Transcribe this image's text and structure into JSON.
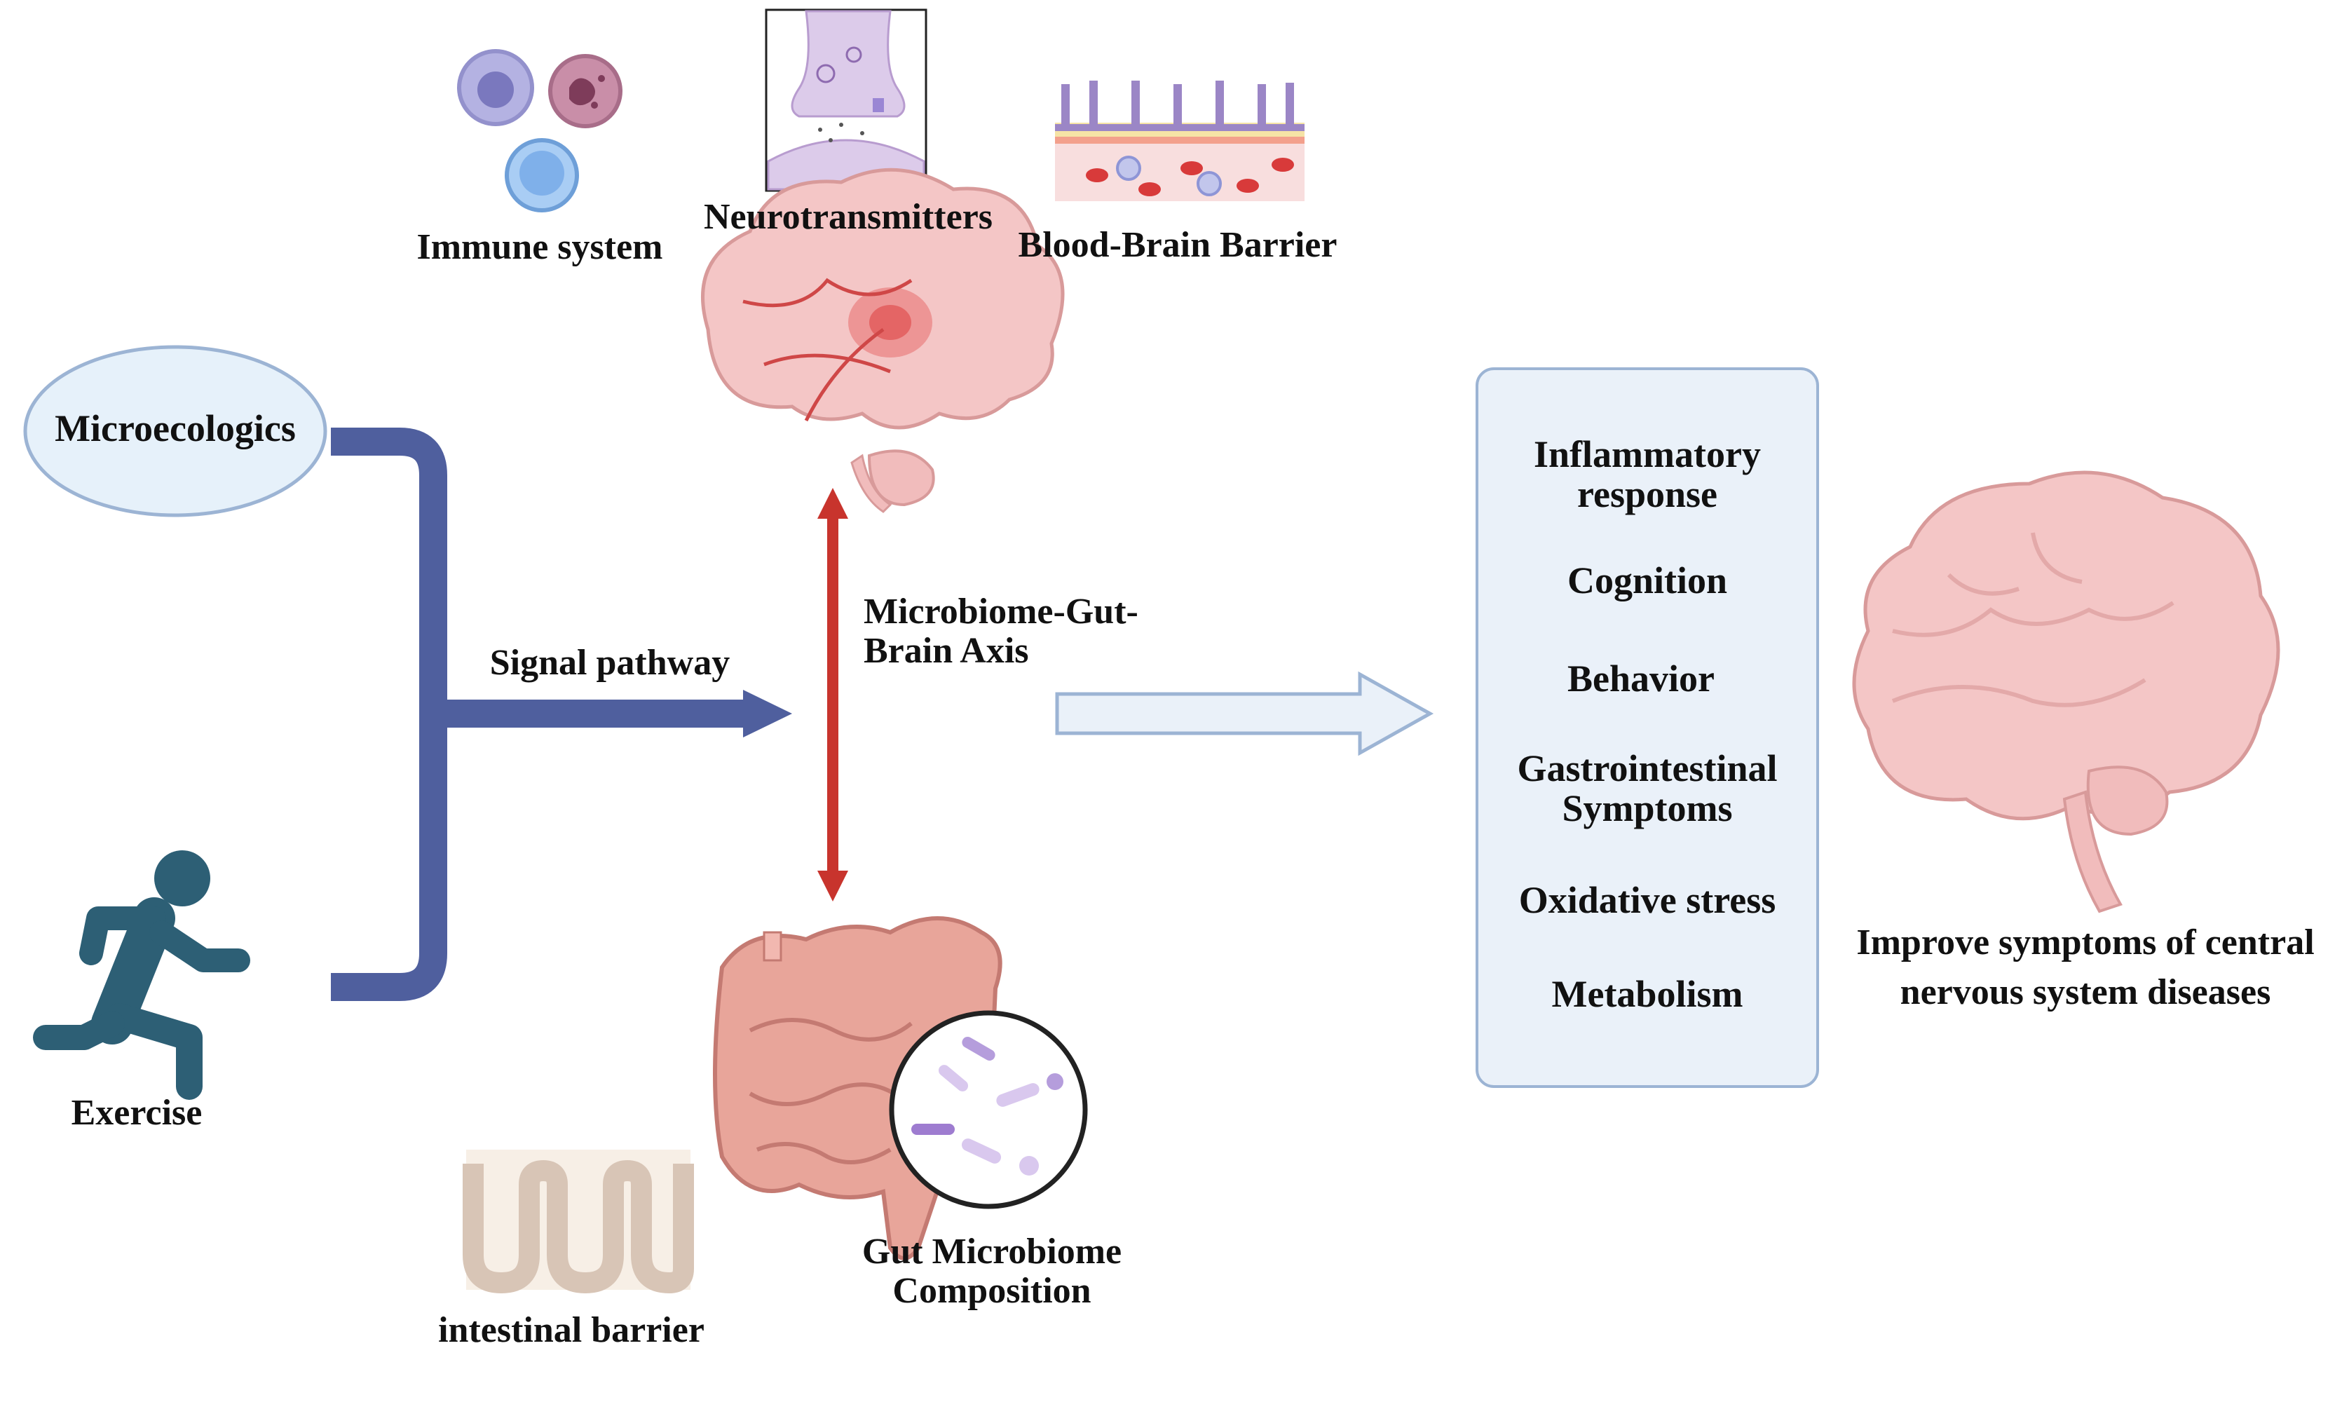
{
  "top": {
    "immune_label": "Immune system",
    "neuro_label": "Neurotransmitters",
    "bbb_label": "Blood-Brain Barrier"
  },
  "left": {
    "microecologics_label": "Microecologics",
    "exercise_label": "Exercise",
    "signal_label": "Signal pathway"
  },
  "axis": {
    "label_line1": "Microbiome-Gut-",
    "label_line2": "Brain Axis"
  },
  "bottom": {
    "intestinal_label": "intestinal barrier",
    "gut_line1": "Gut Microbiome",
    "gut_line2": "Composition"
  },
  "effects": {
    "items": [
      {
        "line1": "Inflammatory",
        "line2": "response"
      },
      {
        "line1": "Cognition",
        "line2": ""
      },
      {
        "line1": "Behavior",
        "line2": ""
      },
      {
        "line1": "Gastrointestinal",
        "line2": "Symptoms"
      },
      {
        "line1": "Oxidative stress",
        "line2": ""
      },
      {
        "line1": "Metabolism",
        "line2": ""
      }
    ]
  },
  "outcome": {
    "line1": "Improve symptoms of central",
    "line2": "nervous system diseases"
  },
  "colors": {
    "pathway_blue": "#4f5f9e",
    "axis_red": "#c8342d",
    "box_fill": "#eaf1f9",
    "box_border": "#9cb4d4",
    "runner": "#2d5f75",
    "brain_pink": "#f4c6c6"
  }
}
